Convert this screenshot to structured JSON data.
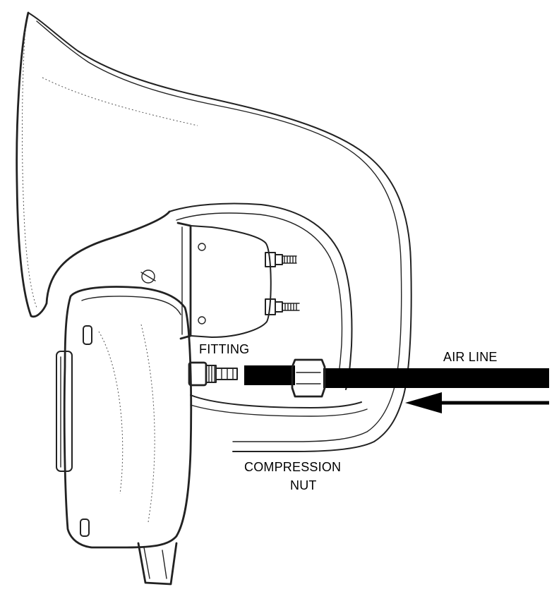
{
  "labels": {
    "fitting": "FITTING",
    "air_line": "AIR LINE",
    "compression_line1": "COMPRESSION",
    "compression_line2": "NUT"
  },
  "colors": {
    "line_art": "#222222",
    "air_line": "#000000",
    "background": "#ffffff"
  },
  "icons": {
    "flow_arrow": "arrow-left-icon"
  }
}
